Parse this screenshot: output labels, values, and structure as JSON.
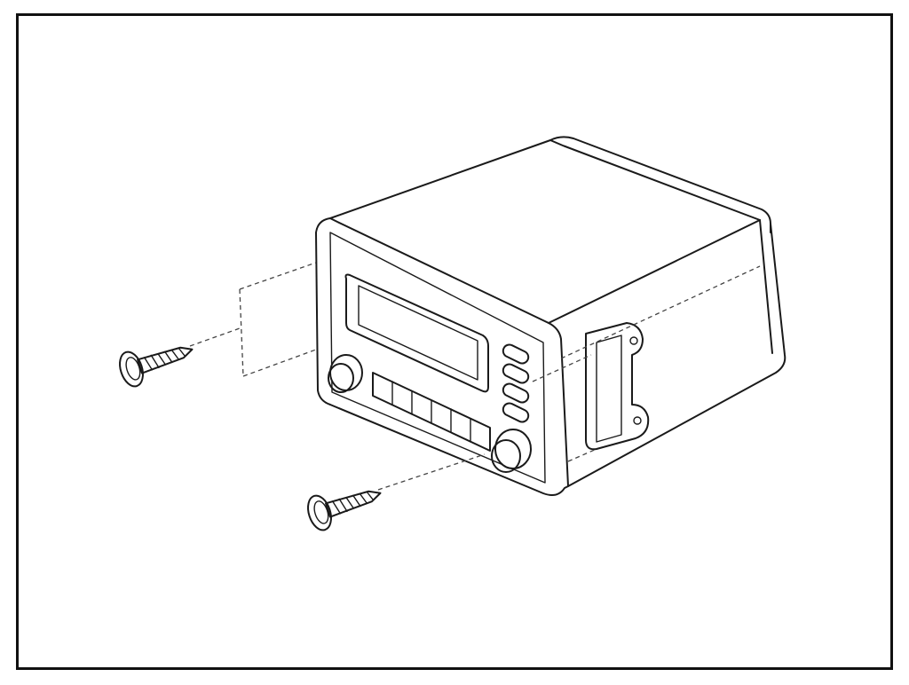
{
  "figure": {
    "components": [
      {
        "name": "audio-head-unit",
        "icon": "radio-unit-icon"
      },
      {
        "name": "mounting-screw",
        "icon": "screw-icon",
        "count": 2
      }
    ],
    "colors": {
      "line": "#1a1a1a",
      "background": "#ffffff",
      "hidden_line": "#444444"
    }
  }
}
